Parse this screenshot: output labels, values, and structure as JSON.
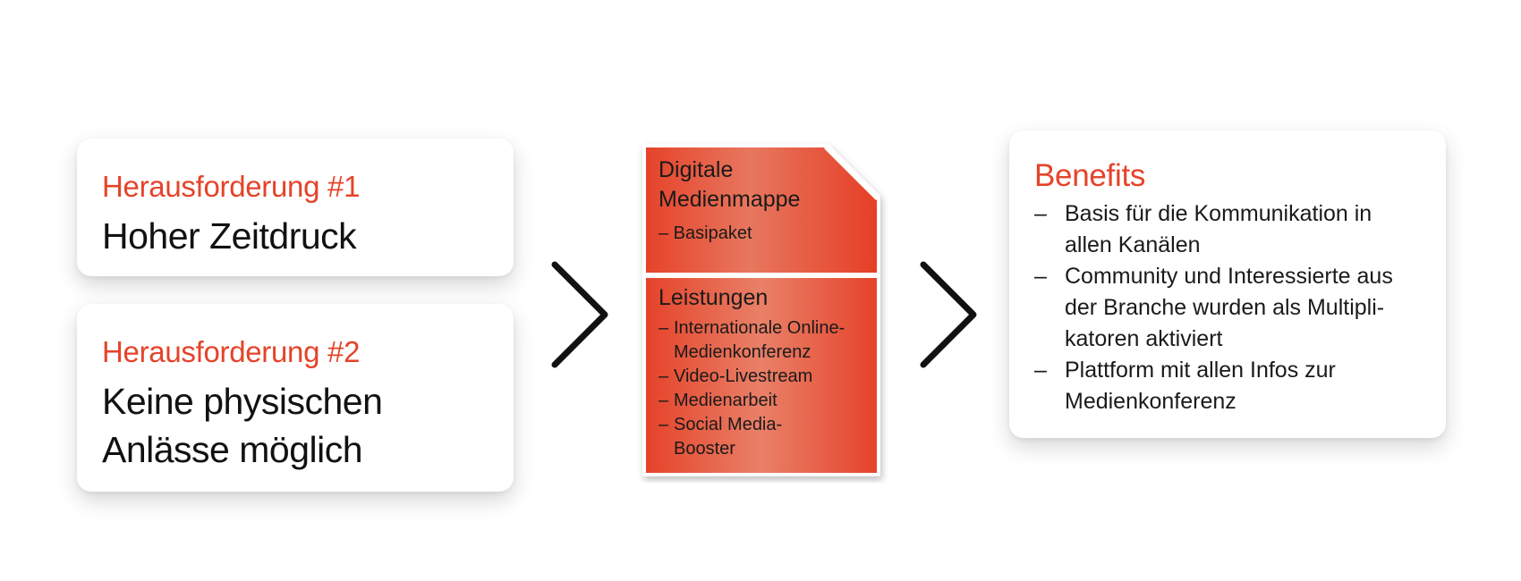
{
  "challenge1": {
    "kicker": "Herausforderung #1",
    "lines": [
      "Hoher Zeitdruck"
    ]
  },
  "challenge2": {
    "kicker": "Herausforderung #2",
    "lines": [
      "Keine physischen",
      "Anlässe möglich"
    ]
  },
  "document": {
    "title_lines": [
      "Digitale",
      "Medienmappe"
    ],
    "basis_item": "– Basipaket",
    "services_title": "Leistungen",
    "services": [
      {
        "lines": [
          "Internationale Online-",
          "Medienkonferenz"
        ]
      },
      {
        "lines": [
          "Video-Livestream"
        ]
      },
      {
        "lines": [
          "Medienarbeit"
        ]
      },
      {
        "lines": [
          "Social Media-",
          "Booster"
        ]
      }
    ],
    "dash": "–"
  },
  "benefits": {
    "title": "Benefits",
    "dash": "–",
    "items": [
      {
        "lines": [
          "Basis für die Kommunikation in",
          "allen Kanälen"
        ]
      },
      {
        "lines": [
          "Community und Interessierte aus",
          "der Branche wurden als Multipli-",
          "katoren aktiviert"
        ]
      },
      {
        "lines": [
          "Plattform mit allen Infos zur",
          "Medienkonferenz"
        ]
      }
    ]
  },
  "colors": {
    "accent": "#e5432a",
    "doc_gradient_dark": "#e5432a",
    "doc_gradient_light": "#e98068",
    "text": "#1a1a1a"
  },
  "icons": {
    "flow_arrow": "chevron-right-icon",
    "document": "document-icon"
  }
}
